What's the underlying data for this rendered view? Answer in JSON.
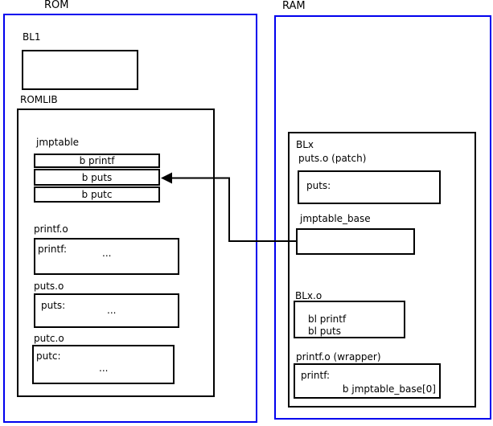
{
  "rom": {
    "label": "ROM",
    "bl1": {
      "label": "BL1"
    },
    "romlib": {
      "label": "ROMLIB",
      "jmptable": {
        "label": "jmptable",
        "rows": [
          "b printf",
          "b puts",
          "b putc"
        ]
      },
      "printf_o": {
        "label": "printf.o",
        "symbol": "printf:",
        "body": "..."
      },
      "puts_o": {
        "label": "puts.o",
        "symbol": "puts:",
        "body": "..."
      },
      "putc_o": {
        "label": "putc.o",
        "symbol": "putc:",
        "body": "..."
      }
    }
  },
  "ram": {
    "label": "RAM",
    "blx": {
      "label": "BLx",
      "puts_patch": {
        "label": "puts.o (patch)",
        "symbol": "puts:"
      },
      "jmptable_base": {
        "label": "jmptable_base"
      },
      "blx_o": {
        "label": "BLx.o",
        "lines": [
          "bl printf",
          "bl puts"
        ]
      },
      "printf_wrapper": {
        "label": "printf.o (wrapper)",
        "symbol": "printf:",
        "body": "b jmptable_base[0]"
      }
    }
  },
  "colors": {
    "container_border": "#0000ee",
    "box_border": "#000000",
    "arrow": "#000000"
  }
}
